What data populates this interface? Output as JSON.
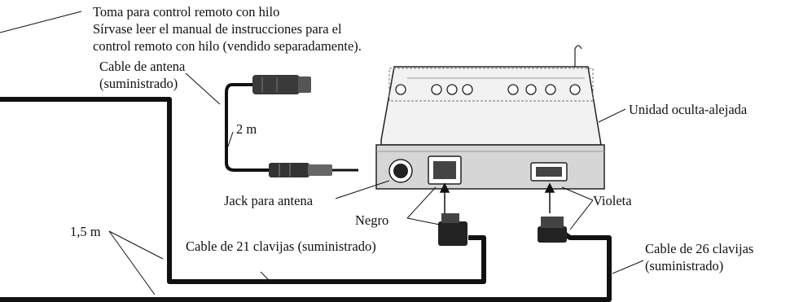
{
  "labels": {
    "remote_jack_line1": "Toma para control remoto con hilo",
    "remote_jack_line2": "Sírvase leer el manual de instrucciones para el",
    "remote_jack_line3": "control remoto con hilo (vendido separadamente).",
    "antenna_cable_line1": "Cable de antena",
    "antenna_cable_line2": "(suministrado)",
    "antenna_length": "2 m",
    "hide_away_unit": "Unidad oculta-alejada",
    "antenna_jack": "Jack para antena",
    "black": "Negro",
    "violet": "Violeta",
    "cable_length": "1,5 m",
    "cable_21pin": "Cable de 21 clavijas (suministrado)",
    "cable_26pin_line1": "Cable de 26 clavijas",
    "cable_26pin_line2": "(suministrado)"
  },
  "colors": {
    "line": "#111111",
    "unit_top": "#f2f2f2",
    "unit_front": "#d6d6d6",
    "accent": "#333333"
  }
}
